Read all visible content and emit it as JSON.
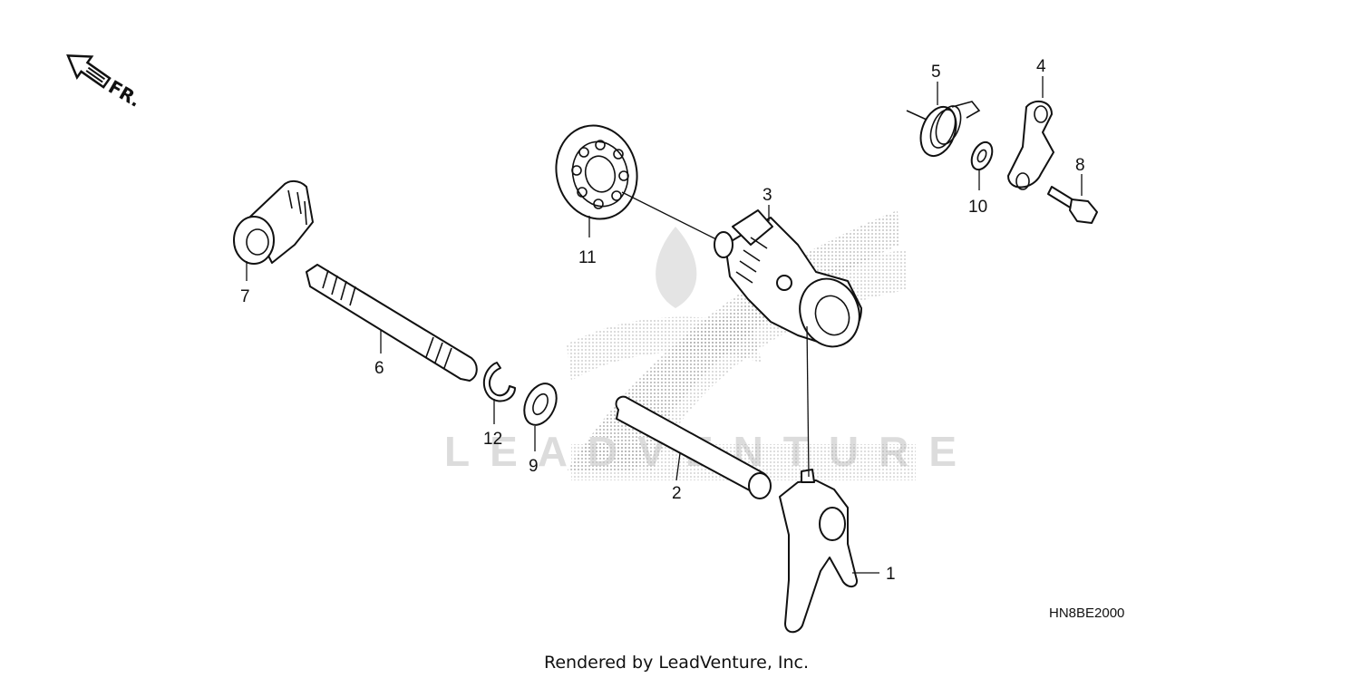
{
  "direction_indicator": {
    "label": "FR."
  },
  "callouts": {
    "c1": "1",
    "c2": "2",
    "c3": "3",
    "c4": "4",
    "c5": "5",
    "c6": "6",
    "c7": "7",
    "c8": "8",
    "c9": "9",
    "c10": "10",
    "c11": "11",
    "c12": "12"
  },
  "diagram_code": "HN8BE2000",
  "watermark": {
    "text": "LEADVENTURE"
  },
  "footer": {
    "credit": "Rendered by LeadVenture, Inc."
  }
}
